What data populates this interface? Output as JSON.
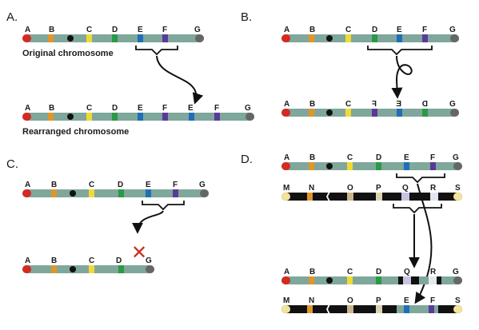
{
  "colors": {
    "body_normal": "#7fa79c",
    "body_dark": "#111111",
    "body_pale": "#f1e6b0",
    "centromere": "#111111",
    "cap_left_red": "#d42a22",
    "cap_left_yellow": "#f3e49a",
    "cap_right_gray": "#666666",
    "cap_right_pale": "#f3e49a",
    "band_B": "#e0962b",
    "band_C": "#f2da35",
    "band_D": "#2a9a45",
    "band_E": "#1f6fb6",
    "band_F": "#5a3a96",
    "band_N": "#e0962b",
    "band_O": "#c9b48c",
    "band_P": "#ddd2b0",
    "band_Q": "#c7c3e1",
    "band_R": "#e3e7ee",
    "cross_red": "#c8301e",
    "line": "#111111"
  },
  "panels": {
    "A": {
      "label": "A.",
      "original_caption": "Original chromosome",
      "rearranged_caption": "Rearranged chromosome",
      "original_letters": [
        "A",
        "B",
        "C",
        "D",
        "E",
        "F",
        "G"
      ],
      "rearranged_letters": [
        "A",
        "B",
        "C",
        "D",
        "E",
        "F",
        "E",
        "F",
        "G"
      ]
    },
    "B": {
      "label": "B.",
      "original_letters": [
        "A",
        "B",
        "C",
        "D",
        "E",
        "F",
        "G"
      ],
      "inverted_letters": [
        "A",
        "B",
        "C",
        "F",
        "E",
        "D",
        "G"
      ]
    },
    "C": {
      "label": "C.",
      "original_letters": [
        "A",
        "B",
        "C",
        "D",
        "E",
        "F",
        "G"
      ],
      "deleted_letters": [
        "A",
        "B",
        "C",
        "D",
        "G"
      ],
      "cross_glyph": "✕"
    },
    "D": {
      "label": "D.",
      "chrom1_letters": [
        "A",
        "B",
        "C",
        "D",
        "E",
        "F",
        "G"
      ],
      "chrom2_letters": [
        "M",
        "N",
        "O",
        "P",
        "Q",
        "R",
        "S"
      ],
      "result1_letters": [
        "A",
        "B",
        "C",
        "D",
        "Q",
        "R",
        "G"
      ],
      "result2_letters": [
        "M",
        "N",
        "O",
        "P",
        "E",
        "F",
        "S"
      ]
    }
  }
}
